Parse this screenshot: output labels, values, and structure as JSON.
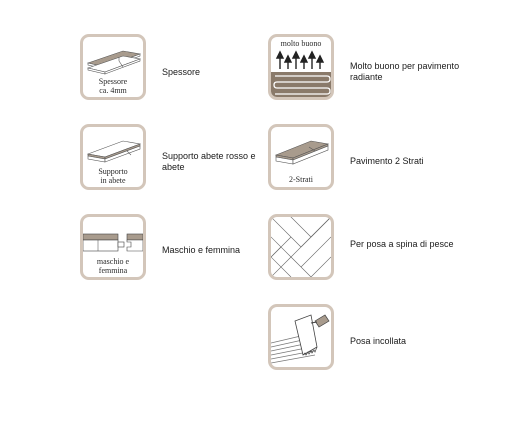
{
  "colors": {
    "tile_border": "#d3c6ba",
    "plank_wood": "#a89b8d",
    "radiant_fill": "#8a7a6a"
  },
  "features": [
    {
      "id": "thickness",
      "icon": "plank-thickness-icon",
      "icon_caption_1": "Spessore",
      "icon_caption_2": "ca. 4mm",
      "label": "Spessore"
    },
    {
      "id": "radiant",
      "icon": "radiant-floor-heating-icon",
      "icon_caption_1": "molto buono",
      "label": "Molto buono per pavimento radiante"
    },
    {
      "id": "support",
      "icon": "fir-support-layers-icon",
      "icon_caption_1": "Supporto",
      "icon_caption_2": "in abete",
      "label": "Supporto abete rosso e abete"
    },
    {
      "id": "layers",
      "icon": "two-layer-floor-icon",
      "icon_caption_1": "2-Strati",
      "label": "Pavimento 2 Strati"
    },
    {
      "id": "tongue",
      "icon": "tongue-and-groove-icon",
      "icon_caption_1": "maschio e",
      "icon_caption_2": "femmina",
      "label": "Maschio e femmina"
    },
    {
      "id": "herringbone",
      "icon": "herringbone-pattern-icon",
      "label": "Per posa a spina di pesce"
    },
    {
      "id": "glued",
      "icon": "glued-installation-icon",
      "label": "Posa incollata"
    }
  ]
}
